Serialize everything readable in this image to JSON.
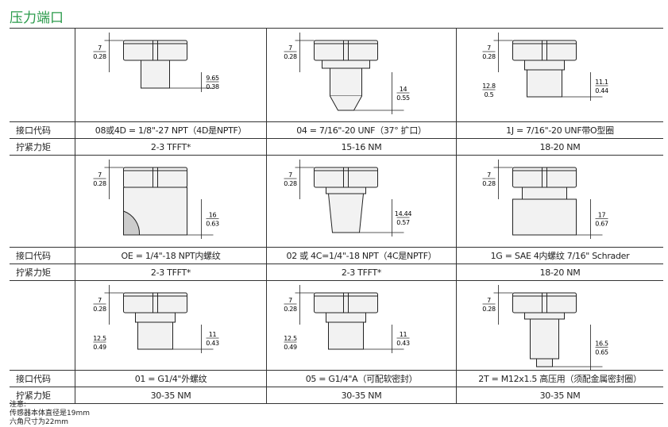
{
  "title": "压力端口",
  "row_labels": {
    "code": "接口代码",
    "torque": "拧紧力矩"
  },
  "blocks": [
    {
      "cells": [
        {
          "code": "08或4D = 1/8\"-27 NPT（4D是NPTF）",
          "torque": "2-3 TFFT*",
          "dims": [
            [
              "7",
              "0.28"
            ],
            [
              "9.65",
              "0.38"
            ]
          ],
          "shape": "short"
        },
        {
          "code": "04 = 7/16\"-20 UNF（37° 扩口）",
          "torque": "15-16 NM",
          "dims": [
            [
              "7",
              "0.28"
            ],
            [
              "14",
              "0.55"
            ]
          ],
          "shape": "flare"
        },
        {
          "code": "1J = 7/16\"-20 UNF带O型圈",
          "torque": "18-20 NM",
          "dims": [
            [
              "7",
              "0.28"
            ],
            [
              "12.8",
              "0.5"
            ],
            [
              "11.1",
              "0.44"
            ]
          ],
          "shape": "oring"
        }
      ]
    },
    {
      "cells": [
        {
          "code": "OE = 1/4\"-18 NPT内螺纹",
          "torque": "2-3 TFFT*",
          "dims": [
            [
              "7",
              "0.28"
            ],
            [
              "16",
              "0.63"
            ]
          ],
          "shape": "female"
        },
        {
          "code": "02 或 4C=1/4\"-18 NPT（4C是NPTF）",
          "torque": "2-3 TFFT*",
          "dims": [
            [
              "7",
              "0.28"
            ],
            [
              "14.44",
              "0.57"
            ]
          ],
          "shape": "taper"
        },
        {
          "code": "1G = SAE 4内螺纹 7/16\" Schrader",
          "torque": "18-20 NM",
          "dims": [
            [
              "7",
              "0.28"
            ],
            [
              "17",
              "0.67"
            ]
          ],
          "shape": "schrader"
        }
      ]
    },
    {
      "cells": [
        {
          "code": "01 = G1/4\"外螺纹",
          "torque": "30-35 NM",
          "dims": [
            [
              "7",
              "0.28"
            ],
            [
              "12.5",
              "0.49"
            ],
            [
              "11",
              "0.43"
            ]
          ],
          "shape": "oring"
        },
        {
          "code": "05 = G1/4\"A（可配软密封）",
          "torque": "30-35 NM",
          "dims": [
            [
              "7",
              "0.28"
            ],
            [
              "12.5",
              "0.49"
            ],
            [
              "11",
              "0.43"
            ]
          ],
          "shape": "oring"
        },
        {
          "code": "2T = M12x1.5 高压用（须配金属密封圈）",
          "torque": "30-35 NM",
          "dims": [
            [
              "7",
              "0.28"
            ],
            [
              "16.5",
              "0.65"
            ]
          ],
          "shape": "long"
        }
      ]
    }
  ],
  "notes": [
    "注意:",
    "传感器本体直径是19mm",
    "六角尺寸为22mm"
  ]
}
